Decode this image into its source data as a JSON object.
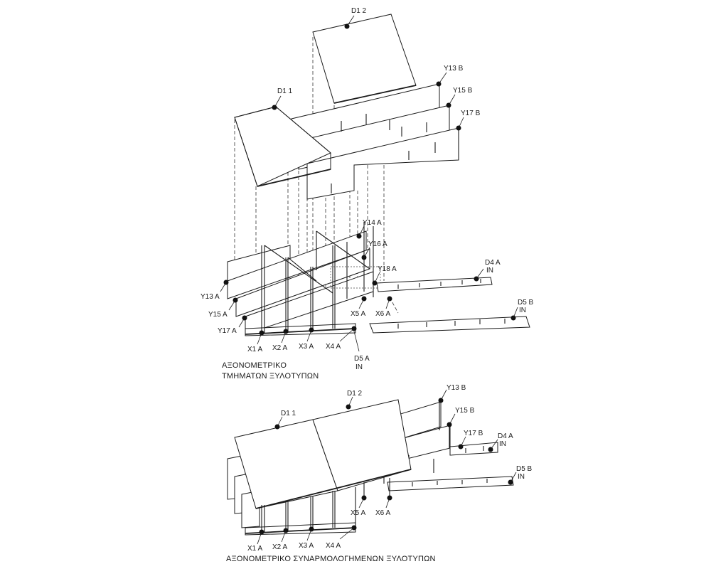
{
  "captions": {
    "parts": [
      "ΑΞΟΝΟΜΕΤΡΙΚΟ",
      "ΤΜΗΜΑΤΩΝ ΞΥΛΟΤΥΠΩΝ"
    ],
    "assembled": "ΑΞΟΝΟΜΕΤΡΙΚΟ ΣΥΝΑΡΜΟΛΟΓΗΜΕΝΩΝ ΞΥΛΟΤΥΠΩΝ"
  },
  "labels": {
    "d12": "D1 2",
    "d11": "D1 1",
    "y13b": "Y13 B",
    "y15b": "Y15 B",
    "y17b": "Y17 B",
    "y14a": "Y14 A",
    "y16a": "Y16 A",
    "y18a": "Y18 A",
    "y13a": "Y13 A",
    "y15a": "Y15 A",
    "y17a": "Y17 A",
    "x1a": "X1 A",
    "x2a": "X2 A",
    "x3a": "X3 A",
    "x4a": "X4 A",
    "x5a": "X5 A",
    "x6a": "X6 A",
    "d5a": [
      "D5 A",
      "IN"
    ],
    "d4a": [
      "D4 A",
      "IN"
    ],
    "d5b": [
      "D5 B",
      "IN"
    ]
  }
}
